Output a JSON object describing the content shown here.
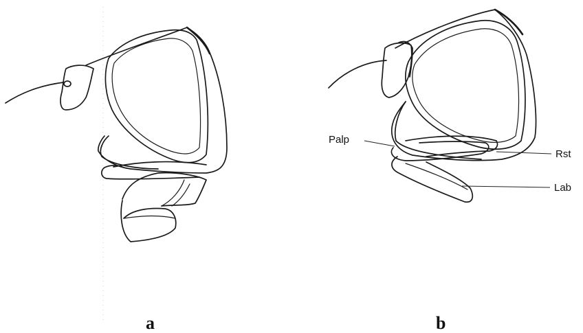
{
  "panels": [
    {
      "id": "a",
      "letter": "a"
    },
    {
      "id": "b",
      "letter": "b"
    }
  ],
  "labels": {
    "palp": "Palp",
    "rst": "Rst",
    "lab": "Lab"
  }
}
